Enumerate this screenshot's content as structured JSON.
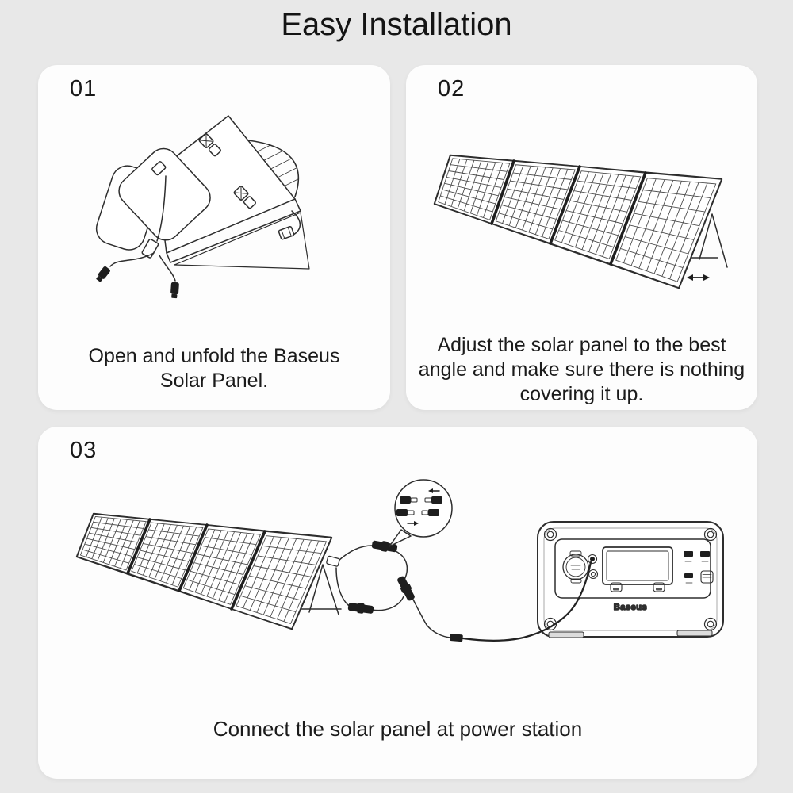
{
  "page": {
    "title": "Easy Installation"
  },
  "steps": [
    {
      "number": "01",
      "caption": "Open and unfold the Baseus Solar Panel."
    },
    {
      "number": "02",
      "caption": "Adjust the solar panel to the best angle and make sure there is nothing covering it up."
    },
    {
      "number": "03",
      "caption": "Connect the solar panel at power station"
    }
  ],
  "power_station": {
    "brand_label": "Baseus"
  },
  "icons": {
    "adjust_range_arrow": "↔",
    "connector_callout": "mc4-connectors-mating"
  },
  "colors": {
    "background": "#e8e8e8",
    "card": "#fdfdfd",
    "line_art": "#2e2e2e",
    "text": "#1a1a1a"
  }
}
